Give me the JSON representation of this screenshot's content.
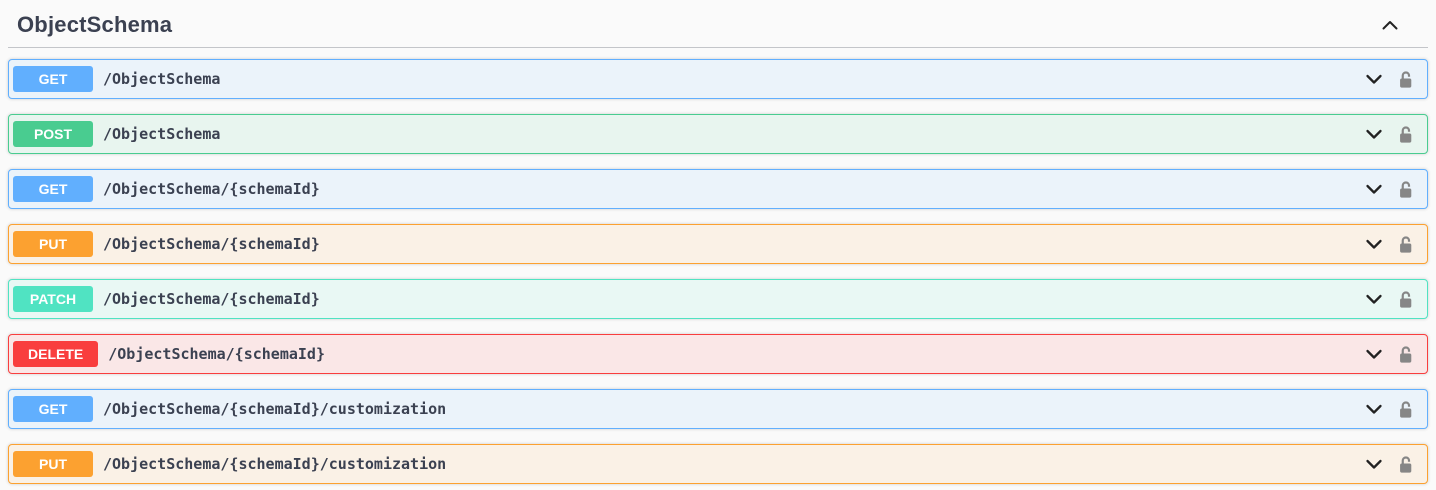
{
  "section": {
    "title": "ObjectSchema",
    "collapse_icon": "chevron-up-icon"
  },
  "operations": [
    {
      "method": "GET",
      "path": "/ObjectSchema"
    },
    {
      "method": "POST",
      "path": "/ObjectSchema"
    },
    {
      "method": "GET",
      "path": "/ObjectSchema/{schemaId}"
    },
    {
      "method": "PUT",
      "path": "/ObjectSchema/{schemaId}"
    },
    {
      "method": "PATCH",
      "path": "/ObjectSchema/{schemaId}"
    },
    {
      "method": "DELETE",
      "path": "/ObjectSchema/{schemaId}"
    },
    {
      "method": "GET",
      "path": "/ObjectSchema/{schemaId}/customization"
    },
    {
      "method": "PUT",
      "path": "/ObjectSchema/{schemaId}/customization"
    }
  ],
  "row_icons": {
    "expand": "chevron-down-icon",
    "auth": "unlock-icon"
  },
  "method_colors": {
    "get": {
      "badge": "#61affe",
      "border": "#61affe",
      "background": "#ebf3fa"
    },
    "post": {
      "badge": "#49cc90",
      "border": "#49cc90",
      "background": "#e8f5ef"
    },
    "put": {
      "badge": "#fca130",
      "border": "#fca130",
      "background": "#faf1e6"
    },
    "patch": {
      "badge": "#50e3c2",
      "border": "#50e3c2",
      "background": "#e9f8f4"
    },
    "delete": {
      "badge": "#f93e3e",
      "border": "#f93e3e",
      "background": "#fae7e7"
    }
  },
  "colors": {
    "page_bg": "#fafafa",
    "header_text": "#3b4151",
    "path_text": "#3b4151",
    "divider": "#c3c5c9",
    "chevron_icon": "#222222",
    "lock_icon": "#868686"
  }
}
